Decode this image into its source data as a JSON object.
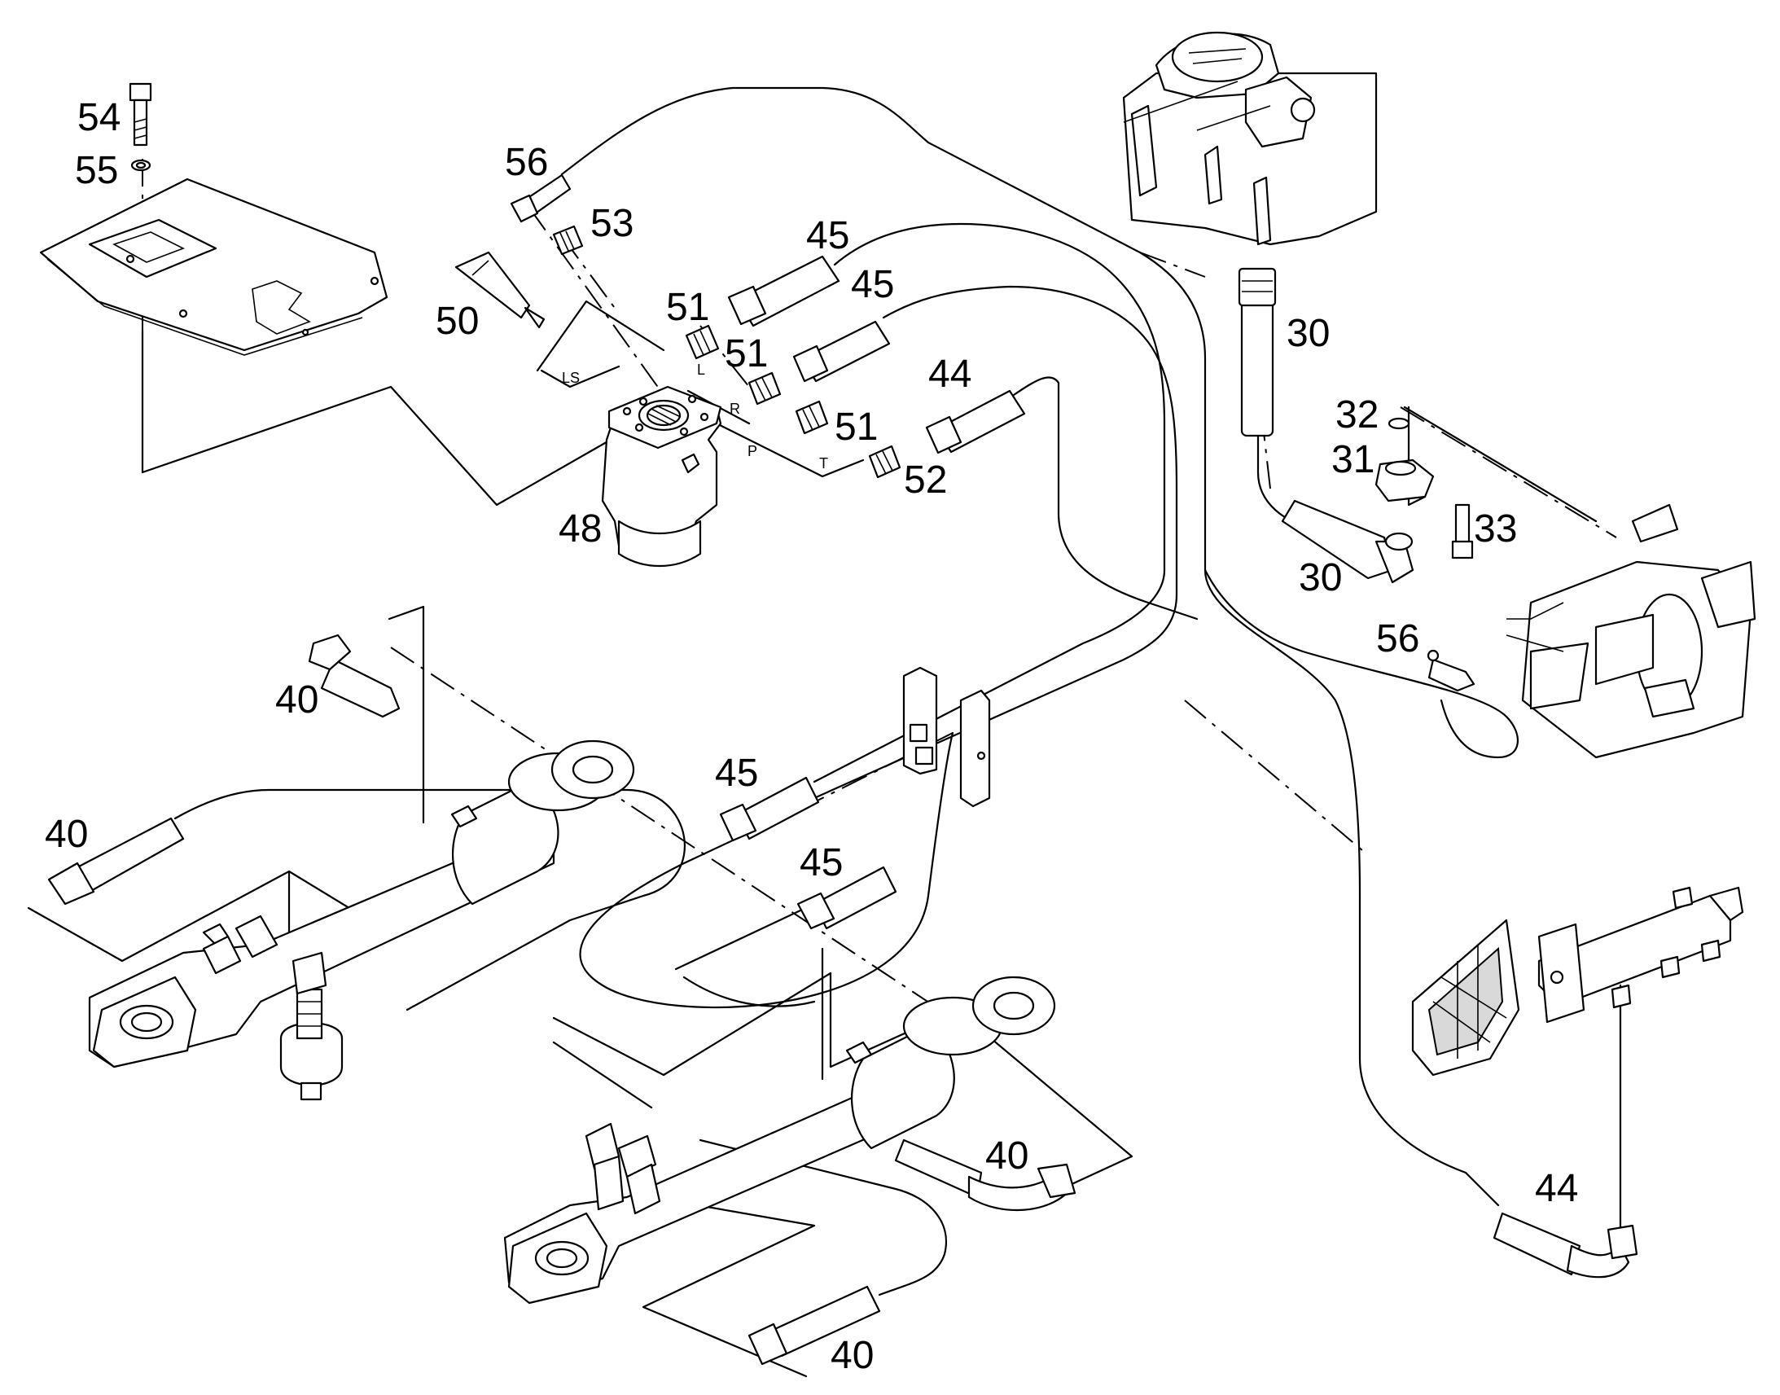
{
  "callouts": {
    "c54": "54",
    "c55": "55",
    "c56a": "56",
    "c53": "53",
    "c50": "50",
    "c45a": "45",
    "c45b": "45",
    "c51a": "51",
    "c51b": "51",
    "c51c": "51",
    "c44a": "44",
    "c52": "52",
    "c48": "48",
    "c30a": "30",
    "c32": "32",
    "c31": "31",
    "c33": "33",
    "c30b": "30",
    "c56b": "56",
    "c40a": "40",
    "c40b": "40",
    "c45c": "45",
    "c45d": "45",
    "c40c": "40",
    "c40d": "40",
    "c44b": "44"
  },
  "ports": {
    "ls": "LS",
    "l": "L",
    "r": "R",
    "p": "P",
    "t": "T"
  }
}
